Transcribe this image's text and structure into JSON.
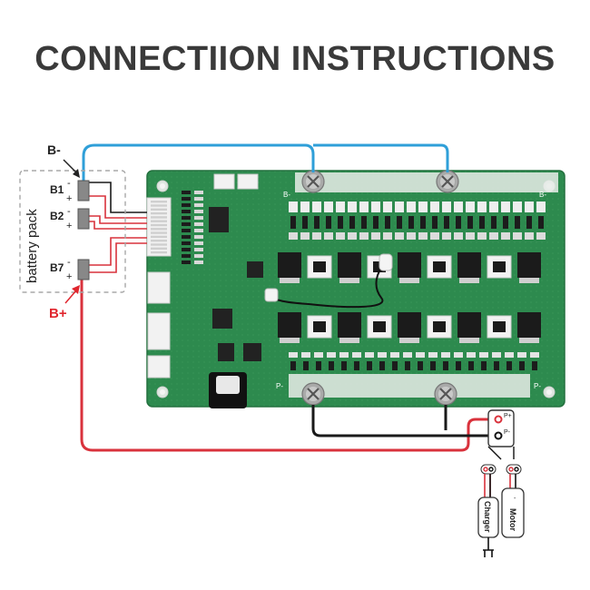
{
  "title": "CONNECTIION INSTRUCTIONS",
  "battery_pack": {
    "label": "battery pack",
    "cells": [
      {
        "name": "B1",
        "minus": "-",
        "plus": "+"
      },
      {
        "name": "B2",
        "minus": "-",
        "plus": "+"
      },
      {
        "name": "B7",
        "minus": "-",
        "plus": "+"
      }
    ],
    "neg_terminal": "B-",
    "pos_terminal": "B+"
  },
  "board": {
    "b_minus_mark": "B-",
    "p_minus_mark": "P-"
  },
  "output_terminals": {
    "p_plus": "P+",
    "p_minus": "P-"
  },
  "loads": {
    "charger": "Charger",
    "motor": "Motor",
    "charger_plus": "+",
    "charger_minus": "-",
    "motor_plus": "+",
    "motor_minus": "-"
  },
  "colors": {
    "board_green": "#2d8a4e",
    "wire_blue": "#2f9fd8",
    "wire_red": "#d9323c",
    "wire_black": "#1a1a1a",
    "label_red": "#e0262e",
    "title_gray": "#3a3a3a"
  }
}
